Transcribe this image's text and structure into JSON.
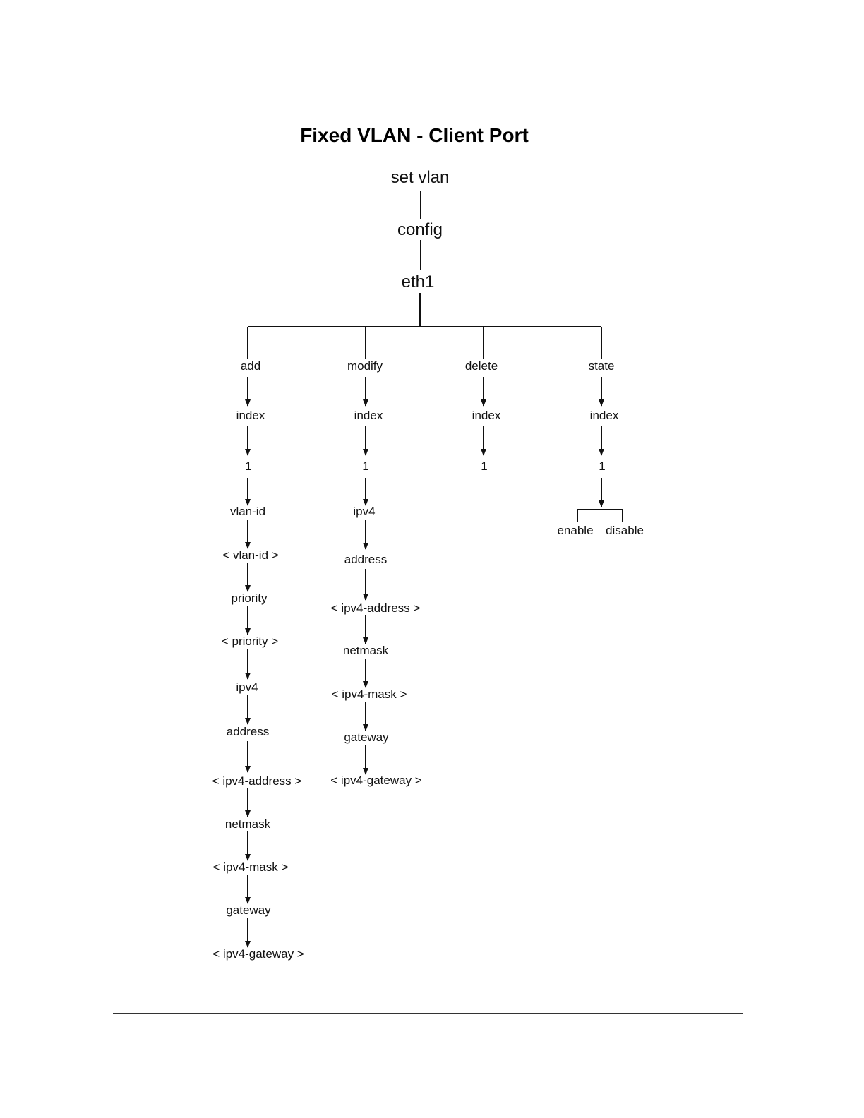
{
  "title": "Fixed VLAN - Client Port",
  "trunk": [
    "set vlan",
    "config",
    "eth1"
  ],
  "branches": [
    {
      "id": "add",
      "nodes": [
        "add",
        "index",
        "1",
        "vlan-id",
        "< vlan-id >",
        "priority",
        "< priority >",
        "ipv4",
        "address",
        "< ipv4-address >",
        "netmask",
        "< ipv4-mask >",
        "gateway",
        "< ipv4-gateway >"
      ]
    },
    {
      "id": "modify",
      "nodes": [
        "modify",
        "index",
        "1",
        "ipv4",
        "address",
        "< ipv4-address >",
        "netmask",
        "< ipv4-mask >",
        "gateway",
        "< ipv4-gateway >"
      ]
    },
    {
      "id": "delete",
      "nodes": [
        "delete",
        "index",
        "1"
      ]
    },
    {
      "id": "state",
      "nodes": [
        "state",
        "index",
        "1"
      ],
      "options": [
        "enable",
        "disable"
      ]
    }
  ],
  "colors": {
    "line": "#111111",
    "text": "#111111",
    "background": "#ffffff"
  }
}
